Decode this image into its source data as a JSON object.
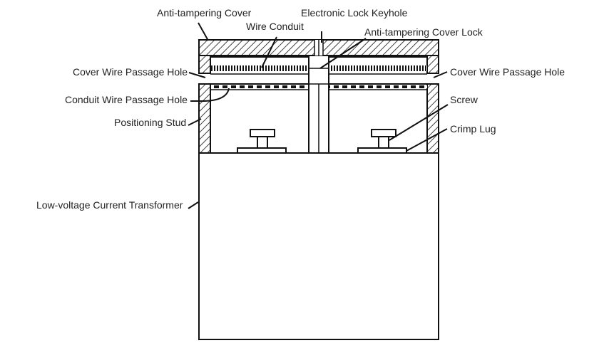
{
  "labels": {
    "anti_tampering_cover": "Anti-tampering Cover",
    "electronic_lock_keyhole": "Electronic Lock Keyhole",
    "wire_conduit": "Wire Conduit",
    "anti_tampering_cover_lock": "Anti-tampering Cover Lock",
    "cover_wire_passage_hole_left": "Cover Wire Passage Hole",
    "cover_wire_passage_hole_right": "Cover Wire Passage Hole",
    "conduit_wire_passage_hole": "Conduit Wire Passage Hole",
    "screw": "Screw",
    "positioning_stud": "Positioning Stud",
    "crimp_lug": "Crimp Lug",
    "low_voltage_current_transformer": "Low-voltage Current Transformer"
  },
  "colors": {
    "line": "#111111",
    "text": "#222222",
    "background": "#ffffff"
  }
}
